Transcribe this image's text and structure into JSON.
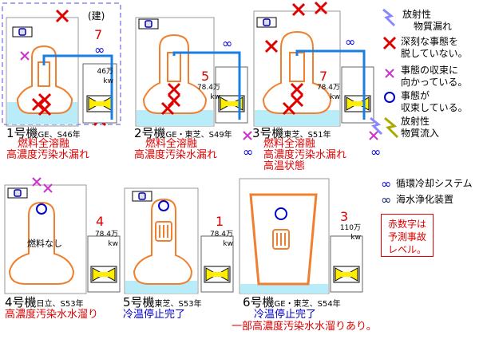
{
  "units": [
    {
      "id": "1",
      "name": "1号機",
      "maker_year": "GE、S46年",
      "level": "7",
      "output": "46万",
      "unit": "kw",
      "status": [
        "燃料全溶融",
        "高濃度汚染水漏れ"
      ],
      "status_color": "#e00000",
      "note": "(建)"
    },
    {
      "id": "2",
      "name": "2号機",
      "maker_year": "GE・東芝、S49年",
      "level": "5",
      "output": "78.4万",
      "unit": "kw",
      "status": [
        "燃料全溶融",
        "高濃度汚染水漏れ"
      ],
      "status_color": "#e00000"
    },
    {
      "id": "3",
      "name": "3号機",
      "maker_year": "東芝、S51年",
      "level": "7",
      "output": "78.4万",
      "unit": "kw",
      "status": [
        "燃料全溶融",
        "高濃度汚染水漏れ",
        "高温状態"
      ],
      "status_color": "#e00000"
    },
    {
      "id": "4",
      "name": "4号機",
      "maker_year": "日立、S53年",
      "level": "4",
      "output": "78.4万",
      "unit": "kw",
      "status": [
        "高濃度汚染水水溜り"
      ],
      "status_color": "#e00000",
      "core_label": "燃料なし"
    },
    {
      "id": "5",
      "name": "5号機",
      "maker_year": "東芝、S53年",
      "level": "1",
      "output": "78.4万",
      "unit": "kw",
      "status": [
        "冷温停止完了"
      ],
      "status_color": "#0000cc"
    },
    {
      "id": "6",
      "name": "6号機",
      "maker_year": "GE・東芝、S54年",
      "level": "3",
      "output": "110万",
      "unit": "kw",
      "status": [
        "冷温停止完了",
        "一部高濃度汚染水水溜りあり。"
      ],
      "status_color": "#0000cc",
      "status_colors": [
        "#0000cc",
        "#e00000"
      ]
    }
  ],
  "legend": {
    "radiation_leak": [
      "放射性",
      "物質漏れ"
    ],
    "severe_not_over": [
      "深刻な事態を",
      "脱していない。"
    ],
    "converging": [
      "事態の収束に",
      "向かっている。"
    ],
    "converged": [
      "事態が",
      "収束している。"
    ],
    "radiation_inflow": [
      "放射性",
      "物質流入"
    ],
    "circulating_cooling": "循環冷却システム",
    "seawater_purification": "海水浄化装置"
  },
  "note": [
    "赤数字は",
    "予測事故",
    "レベル。"
  ],
  "colors": {
    "red": "#e00000",
    "blue": "#0000cc",
    "core": "#f08030",
    "water": "#b8ecf8",
    "cooling": "#1a7ee0",
    "yellow": "#ffee00",
    "purple": "#cc33cc"
  }
}
